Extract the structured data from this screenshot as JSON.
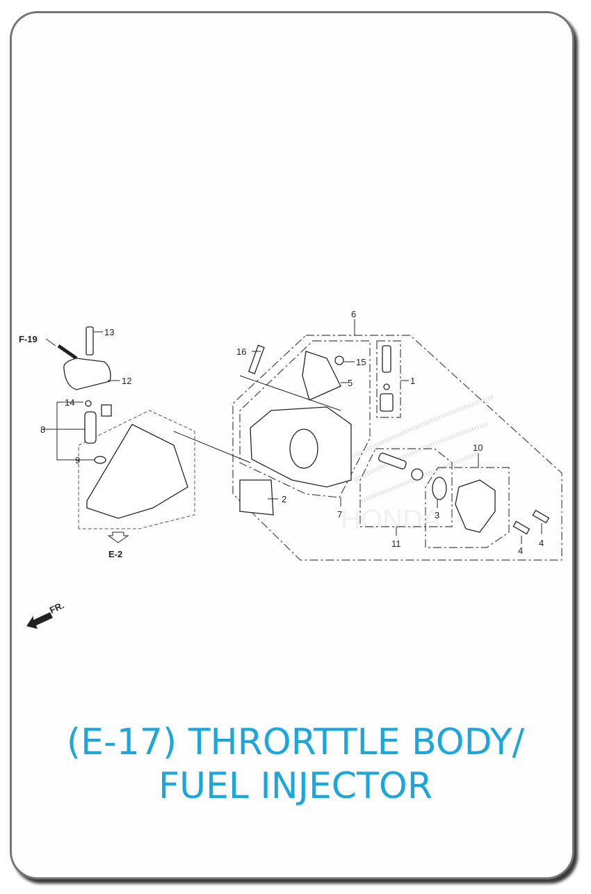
{
  "diagram": {
    "part_labels": [
      "1",
      "2",
      "3",
      "4",
      "4",
      "5",
      "6",
      "7",
      "8",
      "9",
      "10",
      "11",
      "12",
      "13",
      "14",
      "15",
      "16"
    ],
    "references": {
      "fuel_line": "F-19",
      "intake": "E-2",
      "front": "FR."
    },
    "watermark": "HONDA"
  },
  "title": {
    "line1": "(E-17) THRORTTLE BODY/",
    "line2": "FUEL INJECTOR"
  },
  "colors": {
    "title": "#1ba6de",
    "border": "#757373"
  }
}
